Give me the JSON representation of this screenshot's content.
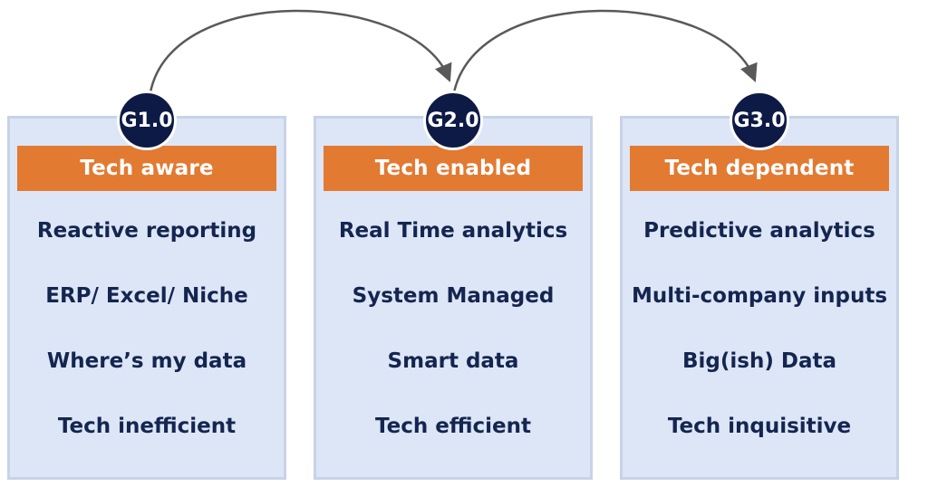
{
  "stages": [
    {
      "badge": "G1.0",
      "header": "Tech aware",
      "items": [
        "Reactive reporting",
        "ERP/ Excel/ Niche",
        "Where’s my data",
        "Tech inefficient"
      ]
    },
    {
      "badge": "G2.0",
      "header": "Tech enabled",
      "items": [
        "Real Time analytics",
        "System Managed",
        "Smart data",
        "Tech efficient"
      ]
    },
    {
      "badge": "G3.0",
      "header": "Tech dependent",
      "items": [
        "Predictive analytics",
        "Multi-company inputs",
        "Big(ish) Data",
        "Tech inquisitive"
      ]
    }
  ],
  "colors": {
    "panel": "#dde6f6",
    "panel_border": "#c7d3e6",
    "header": "#e27a32",
    "badge": "#0d1a45",
    "text": "#142550",
    "arrow": "#595959"
  }
}
